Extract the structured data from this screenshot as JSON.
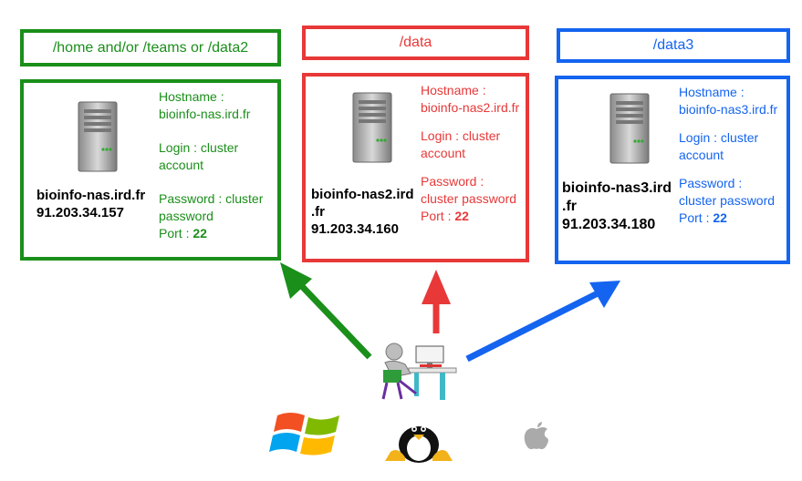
{
  "colors": {
    "green": "#1a8f1a",
    "red": "#e83838",
    "blue": "#1464f0"
  },
  "servers": [
    {
      "mount": "/home and/or /teams or /data2",
      "name": "bioinfo-nas.ird.fr",
      "ip": "91.203.34.157",
      "hostname_label": "Hostname :",
      "hostname": "bioinfo-nas.ird.fr",
      "login_label": "Login : cluster",
      "login_label2": "account",
      "password_label": "Password : cluster",
      "password_label2": "password",
      "port_label": "Port :",
      "port": "22"
    },
    {
      "mount": "/data",
      "name_line1": "bioinfo-nas2.ird",
      "name_line2": ".fr",
      "ip": "91.203.34.160",
      "hostname_label": "Hostname :",
      "hostname": "bioinfo-nas2.ird.fr",
      "login_label": "Login : cluster",
      "login_label2": "account",
      "password_label": "Password :",
      "password_label2": "cluster password",
      "port_label": "Port :",
      "port": "22"
    },
    {
      "mount": "/data3",
      "name_line1": "bioinfo-nas3.ird",
      "name_line2": ".fr",
      "ip": "91.203.34.180",
      "hostname_label": "Hostname :",
      "hostname": "bioinfo-nas3.ird.fr",
      "login_label": "Login : cluster",
      "login_label2": "account",
      "password_label": "Password :",
      "password_label2": "cluster password",
      "port_label": "Port :",
      "port": "22"
    }
  ],
  "icons": [
    "server-icon",
    "user-at-desk-icon",
    "windows-logo-icon",
    "linux-tux-icon",
    "apple-logo-icon"
  ]
}
